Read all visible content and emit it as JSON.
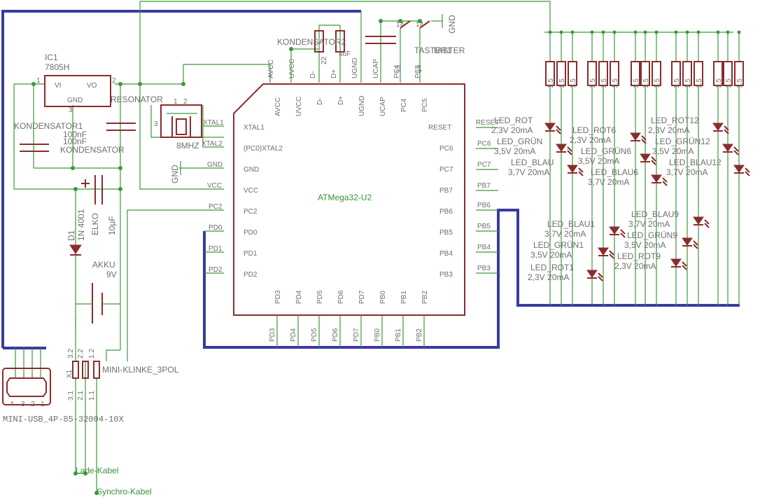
{
  "ic1": {
    "name": "IC1",
    "value": "7805H",
    "vi": "VI",
    "vo": "VO",
    "gnd": "GND",
    "pin1": "1",
    "pin2": "2",
    "pin3": "3"
  },
  "caps": {
    "k1": {
      "name": "KONDENSATOR1",
      "value": "100nF"
    },
    "k2": {
      "value": "100nF",
      "name": "KONDENSATOR"
    },
    "k3": {
      "name": "KONDENSATOR2"
    },
    "k3_pins": {
      "a": "22",
      "b": "4uF"
    },
    "elko": {
      "name": "ELKO",
      "value": "10µF"
    }
  },
  "resonator": {
    "name": "RESONATOR",
    "value": "8MHZ",
    "pin1": "1",
    "pin2": "2",
    "pin3": "3"
  },
  "diode": {
    "name": "D1",
    "value": "1N 4001"
  },
  "akku": {
    "name": "AKKU",
    "value": "9V"
  },
  "tasters": {
    "t1": "TASTER1",
    "t2": "TASTER",
    "t1_pin": "13",
    "t2_pin": "14"
  },
  "gnd_label": "GND",
  "mcu": {
    "name": "ATMega32-U2",
    "left_pins": [
      "XTAL1",
      "(PC0)XTAL2",
      "GND",
      "VCC",
      "PC2",
      "PD0",
      "PD1",
      "PD2"
    ],
    "left_nets": [
      "XTAL1",
      "XTAL2",
      "GND",
      "VCC",
      "PC2",
      "PD0",
      "PD1",
      "PD2"
    ],
    "top_pins": [
      "AVCC",
      "UVCC",
      "D-",
      "D+",
      "UGND",
      "UCAP",
      "PC4",
      "PC5"
    ],
    "top_nets": [
      "AVCC",
      "UVCC",
      "D-",
      "D+",
      "UGND",
      "UCAP",
      "PC4",
      "PC5"
    ],
    "bottom_pins": [
      "PD3",
      "PD4",
      "PD5",
      "PD6",
      "PD7",
      "PB0",
      "PB1",
      "PB2"
    ],
    "right_pins": [
      "RESET",
      "PC6",
      "PC7",
      "PB7",
      "PB6",
      "PB5",
      "PB4",
      "PB3"
    ],
    "right_nets": [
      "RESET",
      "PC6",
      "PC7",
      "PB7",
      "PB6",
      "PB5",
      "PB4",
      "PB3"
    ]
  },
  "leds": [
    {
      "name": "LED_ROT",
      "spec": "2,3V 20mA"
    },
    {
      "name": "LED_GRÜN",
      "spec": "3,5V 20mA"
    },
    {
      "name": "LED_BLAU",
      "spec": "3,7V 20mA"
    },
    {
      "name": "LED_ROT6",
      "spec": "2,3V 20mA"
    },
    {
      "name": "LED_GRÜN6",
      "spec": "3,5V 20mA"
    },
    {
      "name": "LED_BLAU6",
      "spec": "3,7V 20mA"
    },
    {
      "name": "LED_ROT12",
      "spec": "2,3V 20mA"
    },
    {
      "name": "LED_GRÜN12",
      "spec": "3,5V 20mA"
    },
    {
      "name": "LED_BLAU12",
      "spec": "3,7V 20mA"
    },
    {
      "name": "LED_BLAU1",
      "spec": "3,7V 20mA"
    },
    {
      "name": "LED_GRÜN1",
      "spec": "3,5V 20mA"
    },
    {
      "name": "LED_ROT1",
      "spec": "2,3V 20mA"
    },
    {
      "name": "LED_BLAU9",
      "spec": "3,7V 20mA"
    },
    {
      "name": "LED_GRÜN9",
      "spec": "3,5V 20mA"
    },
    {
      "name": "LED_ROT9",
      "spec": "2,3V 20mA"
    }
  ],
  "resistor_label": "1,5",
  "connectors": {
    "usb": {
      "name": "MINI-USB_4P-85-32004-10X",
      "pins": [
        "4",
        "3",
        "2",
        "1"
      ]
    },
    "klinke": {
      "name": "MINI-KLINKE_3POL",
      "ref": "X1",
      "pins": [
        "3.1",
        "2.1",
        "1.1"
      ],
      "pins_top": [
        "3.2",
        "2.2",
        "1.2"
      ]
    }
  },
  "cables": {
    "lade": "Lade-Kabel",
    "synchro": "Synchro-Kabel"
  },
  "colors": {
    "net": "#3a9a3a",
    "bus": "#3a3aa0",
    "symbol": "#8b2c2c",
    "text": "#6e6e6e"
  }
}
